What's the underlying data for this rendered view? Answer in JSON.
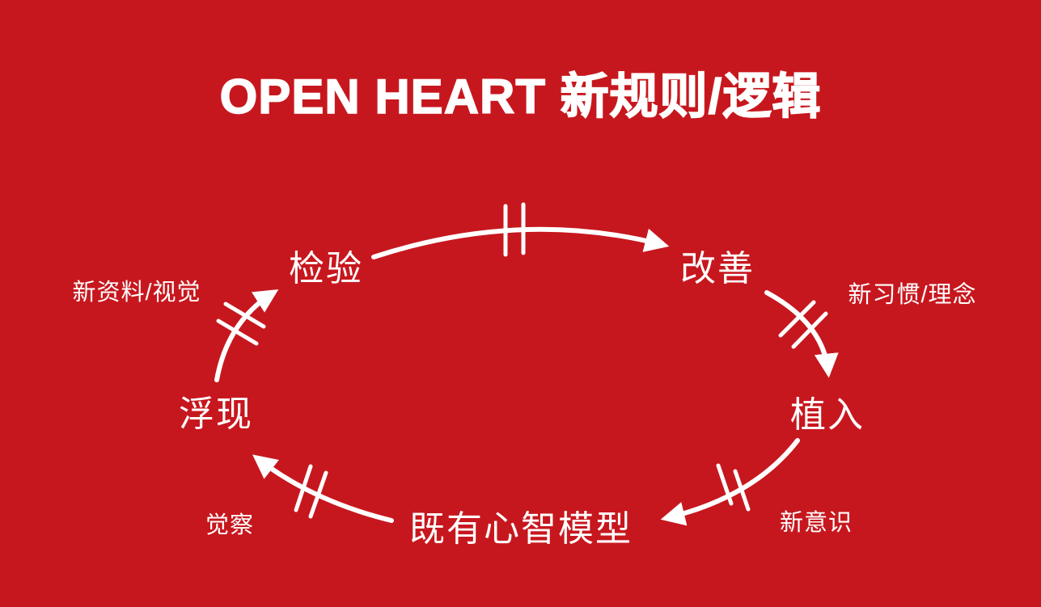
{
  "title": "OPEN HEART 新规则/逻辑",
  "colors": {
    "background": "#C7171E",
    "text": "#FFFFFF"
  },
  "cycle": {
    "nodes": [
      {
        "label": "检验"
      },
      {
        "label": "改善"
      },
      {
        "label": "植入"
      },
      {
        "label": "既有心智模型"
      },
      {
        "label": "浮现"
      }
    ],
    "annotations": [
      {
        "label": "新资料/视觉"
      },
      {
        "label": "新习惯/理念"
      },
      {
        "label": "新意识"
      },
      {
        "label": "觉察"
      }
    ],
    "edges": [
      {
        "from": "检验",
        "to": "改善"
      },
      {
        "from": "改善",
        "to": "植入",
        "annotation": "新习惯/理念"
      },
      {
        "from": "植入",
        "to": "既有心智模型",
        "annotation": "新意识"
      },
      {
        "from": "既有心智模型",
        "to": "浮现",
        "annotation": "觉察"
      },
      {
        "from": "浮现",
        "to": "检验",
        "annotation": "新资料/视觉"
      }
    ]
  }
}
